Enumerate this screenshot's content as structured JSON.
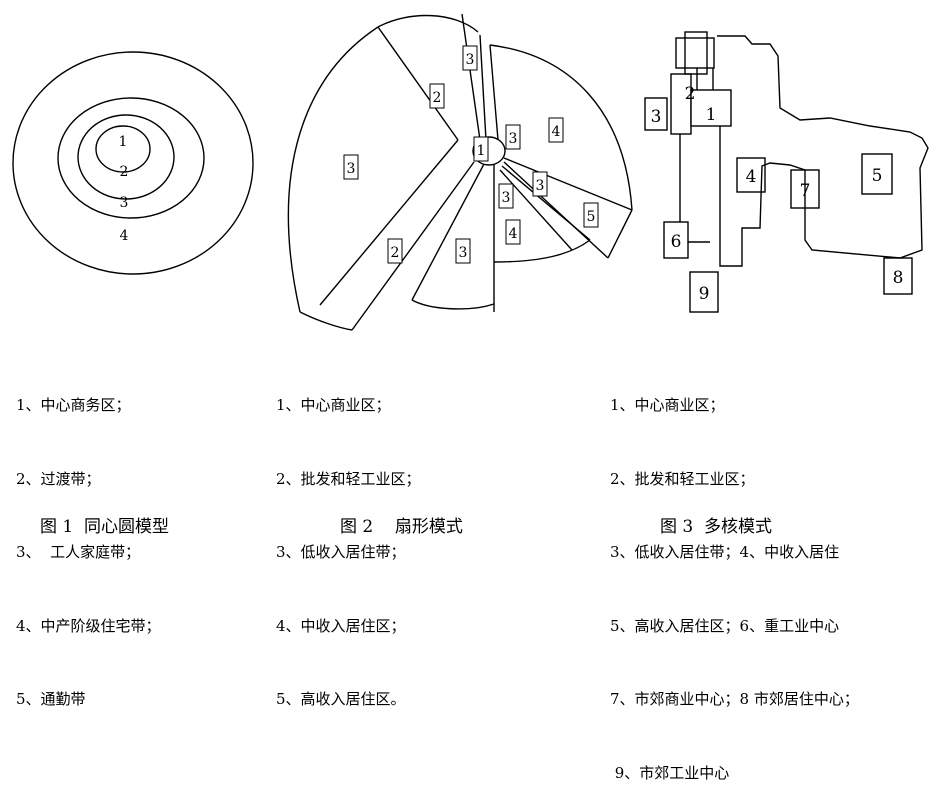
{
  "figures": [
    {
      "id": "concentric",
      "region_labels": [
        "1",
        "2",
        "3",
        "4"
      ],
      "legend": [
        "1、中心商务区；",
        "2、过渡带；",
        "3、  工人家庭带；",
        "4、中产阶级住宅带；",
        "5、通勤带"
      ],
      "caption": "图 1  同心圆模型"
    },
    {
      "id": "sector",
      "region_labels": [
        "1",
        "2",
        "2",
        "3",
        "3",
        "3",
        "3",
        "3",
        "3",
        "4",
        "4",
        "5"
      ],
      "legend": [
        "1、中心商业区；",
        "2、批发和轻工业区；",
        "3、低收入居住带；",
        "4、中收入居住区；",
        "5、高收入居住区。"
      ],
      "caption": "图 2    扇形模式"
    },
    {
      "id": "multinuclei",
      "region_labels": [
        "1",
        "2",
        "3",
        "4",
        "5",
        "6",
        "7",
        "8",
        "9"
      ],
      "legend": [
        "1、中心商业区；",
        "2、批发和轻工业区；",
        "3、低收入居住带；4、中收入居住",
        "5、高收入居住区；6、重工业中心",
        "7、市郊商业中心；8 市郊居住中心；",
        " 9、市郊工业中心"
      ],
      "caption": "图 3  多核模式"
    }
  ]
}
